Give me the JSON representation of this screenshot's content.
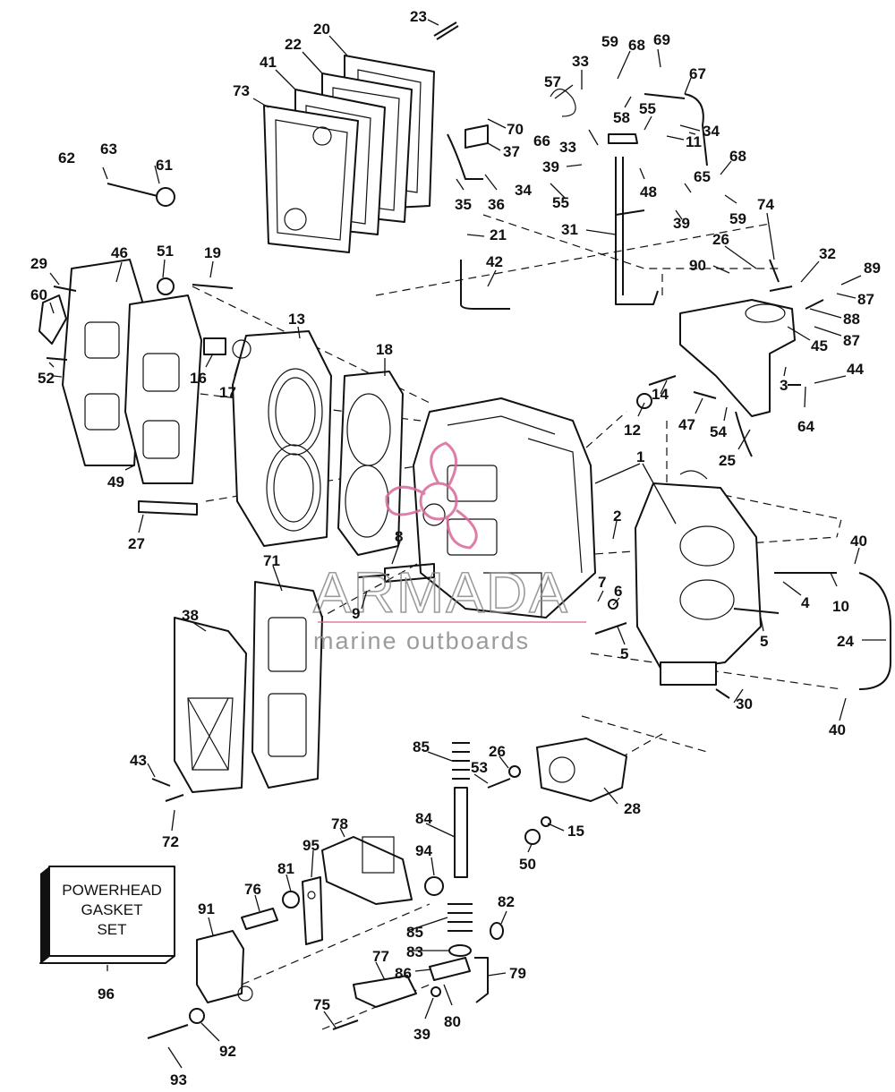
{
  "gasket_set_box": {
    "line1": "POWERHEAD",
    "line2": "GASKET",
    "line3": "SET"
  },
  "watermark": {
    "brand": "ARMADA",
    "tagline": "marine outboards",
    "logo_color": "#d9689a"
  },
  "callouts": [
    {
      "id": "c23",
      "text": "23"
    },
    {
      "id": "c20",
      "text": "20"
    },
    {
      "id": "c22",
      "text": "22"
    },
    {
      "id": "c41",
      "text": "41"
    },
    {
      "id": "c73",
      "text": "73"
    },
    {
      "id": "c59a",
      "text": "59"
    },
    {
      "id": "c68a",
      "text": "68"
    },
    {
      "id": "c69",
      "text": "69"
    },
    {
      "id": "c33a",
      "text": "33"
    },
    {
      "id": "c57",
      "text": "57"
    },
    {
      "id": "c67",
      "text": "67"
    },
    {
      "id": "c70",
      "text": "70"
    },
    {
      "id": "c58",
      "text": "58"
    },
    {
      "id": "c55a",
      "text": "55"
    },
    {
      "id": "c66",
      "text": "66"
    },
    {
      "id": "c34a",
      "text": "34"
    },
    {
      "id": "c37",
      "text": "37"
    },
    {
      "id": "c33b",
      "text": "33"
    },
    {
      "id": "c11",
      "text": "11"
    },
    {
      "id": "c63",
      "text": "63"
    },
    {
      "id": "c62",
      "text": "62"
    },
    {
      "id": "c61",
      "text": "61"
    },
    {
      "id": "c39a",
      "text": "39"
    },
    {
      "id": "c68b",
      "text": "68"
    },
    {
      "id": "c65",
      "text": "65"
    },
    {
      "id": "c48",
      "text": "48"
    },
    {
      "id": "c34b",
      "text": "34"
    },
    {
      "id": "c35",
      "text": "35"
    },
    {
      "id": "c36",
      "text": "36"
    },
    {
      "id": "c55b",
      "text": "55"
    },
    {
      "id": "c59b",
      "text": "59"
    },
    {
      "id": "c74",
      "text": "74"
    },
    {
      "id": "c39b",
      "text": "39"
    },
    {
      "id": "c21",
      "text": "21"
    },
    {
      "id": "c31",
      "text": "31"
    },
    {
      "id": "c26a",
      "text": "26"
    },
    {
      "id": "c42",
      "text": "42"
    },
    {
      "id": "c51",
      "text": "51"
    },
    {
      "id": "c46",
      "text": "46"
    },
    {
      "id": "c19",
      "text": "19"
    },
    {
      "id": "c29",
      "text": "29"
    },
    {
      "id": "c90",
      "text": "90"
    },
    {
      "id": "c32",
      "text": "32"
    },
    {
      "id": "c89",
      "text": "89"
    },
    {
      "id": "c60",
      "text": "60"
    },
    {
      "id": "c87a",
      "text": "87"
    },
    {
      "id": "c13",
      "text": "13"
    },
    {
      "id": "c88",
      "text": "88"
    },
    {
      "id": "c87b",
      "text": "87"
    },
    {
      "id": "c45",
      "text": "45"
    },
    {
      "id": "c18",
      "text": "18"
    },
    {
      "id": "c44",
      "text": "44"
    },
    {
      "id": "c16",
      "text": "16"
    },
    {
      "id": "c17",
      "text": "17"
    },
    {
      "id": "c52",
      "text": "52"
    },
    {
      "id": "c14",
      "text": "14"
    },
    {
      "id": "c3",
      "text": "3"
    },
    {
      "id": "c12",
      "text": "12"
    },
    {
      "id": "c47",
      "text": "47"
    },
    {
      "id": "c54",
      "text": "54"
    },
    {
      "id": "c64",
      "text": "64"
    },
    {
      "id": "c49",
      "text": "49"
    },
    {
      "id": "c25",
      "text": "25"
    },
    {
      "id": "c1",
      "text": "1"
    },
    {
      "id": "c27",
      "text": "27"
    },
    {
      "id": "c2",
      "text": "2"
    },
    {
      "id": "c8",
      "text": "8"
    },
    {
      "id": "c40a",
      "text": "40"
    },
    {
      "id": "c71",
      "text": "71"
    },
    {
      "id": "c7",
      "text": "7"
    },
    {
      "id": "c6",
      "text": "6"
    },
    {
      "id": "c10",
      "text": "10"
    },
    {
      "id": "c4",
      "text": "4"
    },
    {
      "id": "c9",
      "text": "9"
    },
    {
      "id": "c38",
      "text": "38"
    },
    {
      "id": "c5a",
      "text": "5"
    },
    {
      "id": "c5b",
      "text": "5"
    },
    {
      "id": "c24",
      "text": "24"
    },
    {
      "id": "c30",
      "text": "30"
    },
    {
      "id": "c40b",
      "text": "40"
    },
    {
      "id": "c85a",
      "text": "85"
    },
    {
      "id": "c26b",
      "text": "26"
    },
    {
      "id": "c43",
      "text": "43"
    },
    {
      "id": "c53",
      "text": "53"
    },
    {
      "id": "c28",
      "text": "28"
    },
    {
      "id": "c72",
      "text": "72"
    },
    {
      "id": "c84",
      "text": "84"
    },
    {
      "id": "c15",
      "text": "15"
    },
    {
      "id": "c78",
      "text": "78"
    },
    {
      "id": "c95",
      "text": "95"
    },
    {
      "id": "c94",
      "text": "94"
    },
    {
      "id": "c50",
      "text": "50"
    },
    {
      "id": "c81",
      "text": "81"
    },
    {
      "id": "c76",
      "text": "76"
    },
    {
      "id": "c82",
      "text": "82"
    },
    {
      "id": "c91",
      "text": "91"
    },
    {
      "id": "c85b",
      "text": "85"
    },
    {
      "id": "c83",
      "text": "83"
    },
    {
      "id": "c77",
      "text": "77"
    },
    {
      "id": "c86",
      "text": "86"
    },
    {
      "id": "c79",
      "text": "79"
    },
    {
      "id": "c96",
      "text": "96"
    },
    {
      "id": "c75",
      "text": "75"
    },
    {
      "id": "c39c",
      "text": "39"
    },
    {
      "id": "c80",
      "text": "80"
    },
    {
      "id": "c92",
      "text": "92"
    },
    {
      "id": "c93",
      "text": "93"
    }
  ]
}
